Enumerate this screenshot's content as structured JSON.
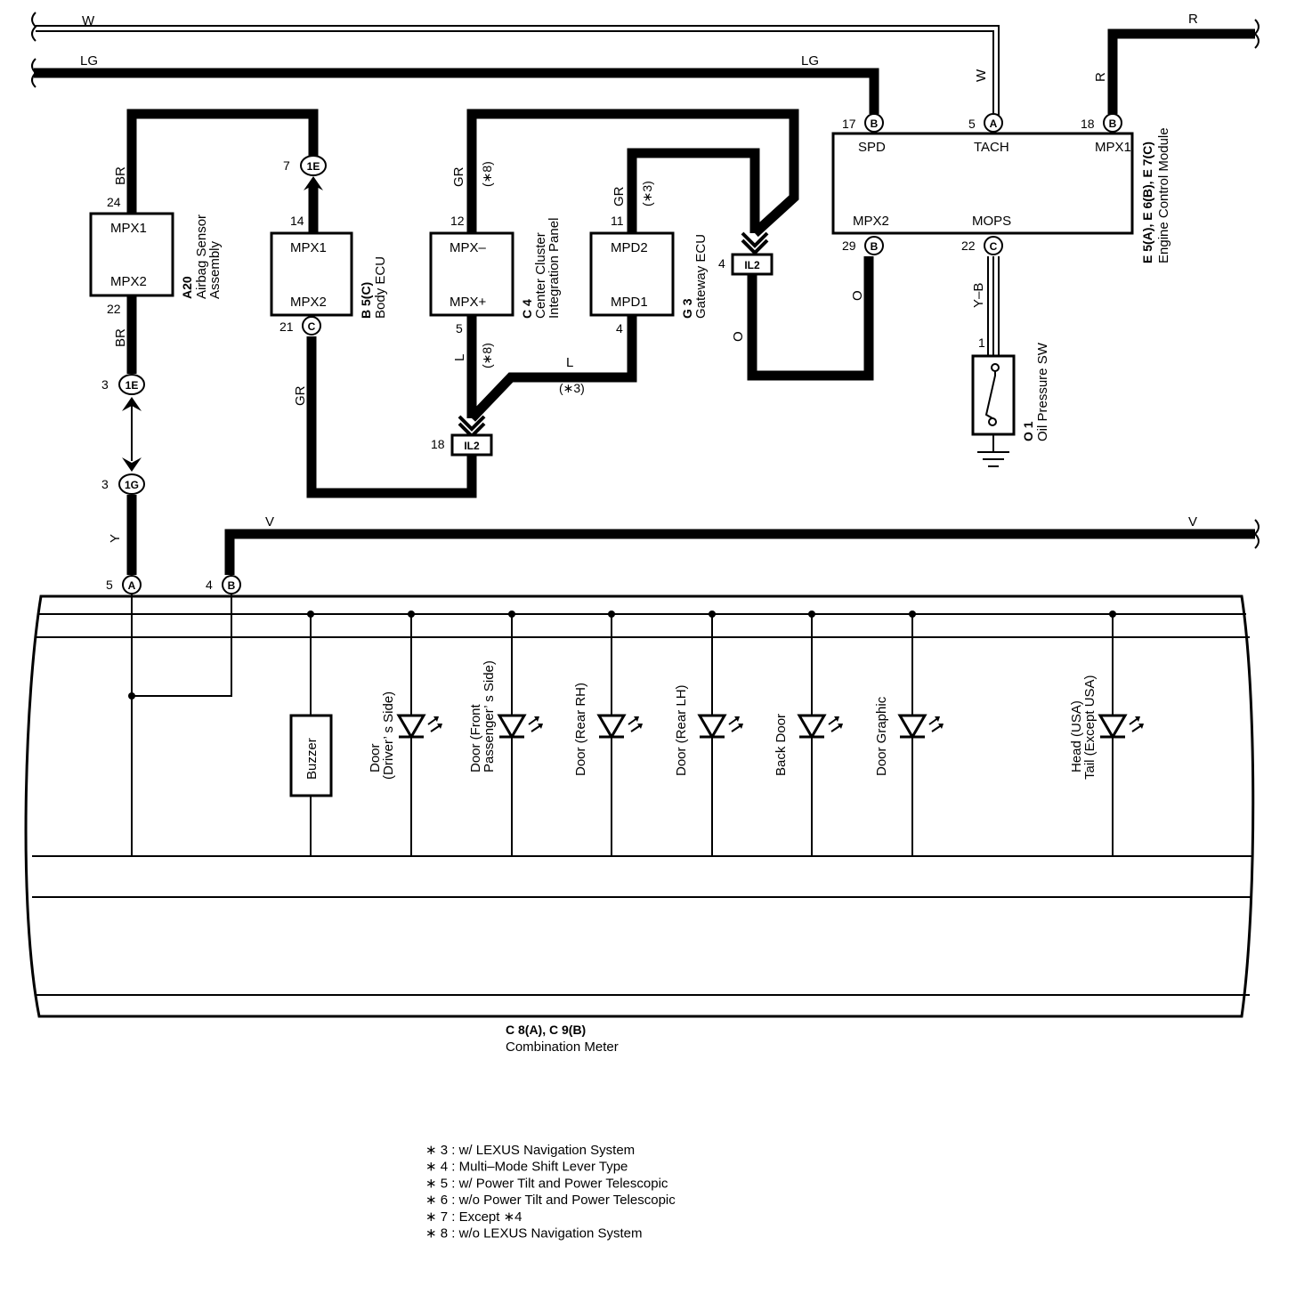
{
  "wires": {
    "w_top_left": "W",
    "lg_top_left": "LG",
    "lg_top_right": "LG",
    "w_vertical": "W",
    "r_vertical": "R",
    "r_top_right": "R",
    "br_upper": "BR",
    "br_lower": "BR",
    "y": "Y",
    "v_left": "V",
    "v_right": "V",
    "gr_upper": "GR",
    "gr_body": "GR",
    "gr_gateway": "GR",
    "l_center": "L",
    "l_gateway": "L",
    "o_ecm": "O",
    "o_il2": "O",
    "yb": "Y–B"
  },
  "notes_refs": {
    "n8a": "(∗8)",
    "n8b": "(∗8)",
    "n3a": "(∗3)",
    "n3b": "(∗3)"
  },
  "components": {
    "airbag": {
      "code": "A20",
      "name1": "Airbag Sensor",
      "name2": "Assembly",
      "pin_top": "MPX1",
      "pin_bottom": "MPX2",
      "pin_top_no": "24",
      "pin_bottom_no": "22"
    },
    "body_ecu": {
      "code": "B 5(C)",
      "name": "Body ECU",
      "pin_top": "MPX1",
      "pin_bottom": "MPX2",
      "pin_top_no": "14",
      "pin_bottom_no": "21",
      "conn": "C"
    },
    "center_cluster": {
      "code": "C 4",
      "name1": "Center Cluster",
      "name2": "Integration Panel",
      "pin_top": "MPX–",
      "pin_bottom": "MPX+",
      "pin_top_no": "12",
      "pin_bottom_no": "5"
    },
    "gateway": {
      "code": "G 3",
      "name": "Gateway ECU",
      "pin_top": "MPD2",
      "pin_bottom": "MPD1",
      "pin_top_no": "11",
      "pin_bottom_no": "4"
    },
    "ecm": {
      "code": "E 5(A), E 6(B), E 7(C)",
      "name": "Engine Control Module",
      "spd": "SPD",
      "tach": "TACH",
      "mpx1": "MPX1",
      "mpx2": "MPX2",
      "mops": "MOPS",
      "spd_no": "17",
      "tach_no": "5",
      "mpx1_no": "18",
      "mpx2_no": "29",
      "mops_no": "22",
      "spd_conn": "B",
      "tach_conn": "A",
      "mpx1_conn": "B",
      "mpx2_conn": "B",
      "mops_conn": "C"
    },
    "oil_sw": {
      "code": "O 1",
      "name": "Oil Pressure SW",
      "pin_no": "1"
    },
    "meter": {
      "code": "C 8(A), C 9(B)",
      "name": "Combination Meter",
      "pin_a_no": "5",
      "pin_a": "A",
      "pin_b_no": "4",
      "pin_b": "B",
      "buzzer": "Buzzer",
      "leds": [
        {
          "l1": "Door",
          "l2": "(Driver’ s Side)"
        },
        {
          "l1": "Door (Front",
          "l2": "Passenger’ s Side)"
        },
        {
          "l1": "Door (Rear RH)",
          "l2": ""
        },
        {
          "l1": "Door (Rear LH)",
          "l2": ""
        },
        {
          "l1": "Back Door",
          "l2": ""
        },
        {
          "l1": "Door Graphic",
          "l2": ""
        },
        {
          "l1": "Head (USA)",
          "l2": "Tail (Except USA)"
        }
      ]
    }
  },
  "junctions": {
    "j1e_top": {
      "id": "1E",
      "pin": "7"
    },
    "j1e_bot": {
      "id": "1E",
      "pin": "3"
    },
    "j1g": {
      "id": "1G",
      "pin": "3"
    },
    "il2_a": {
      "id": "IL2",
      "pin": "18"
    },
    "il2_b": {
      "id": "IL2",
      "pin": "4"
    }
  },
  "notes": [
    "∗ 3 : w/ LEXUS Navigation System",
    "∗ 4 : Multi–Mode Shift Lever Type",
    "∗ 5 : w/ Power Tilt and Power Telescopic",
    "∗ 6 : w/o Power Tilt and Power Telescopic",
    "∗ 7 : Except ∗4",
    "∗ 8 : w/o LEXUS Navigation System"
  ]
}
